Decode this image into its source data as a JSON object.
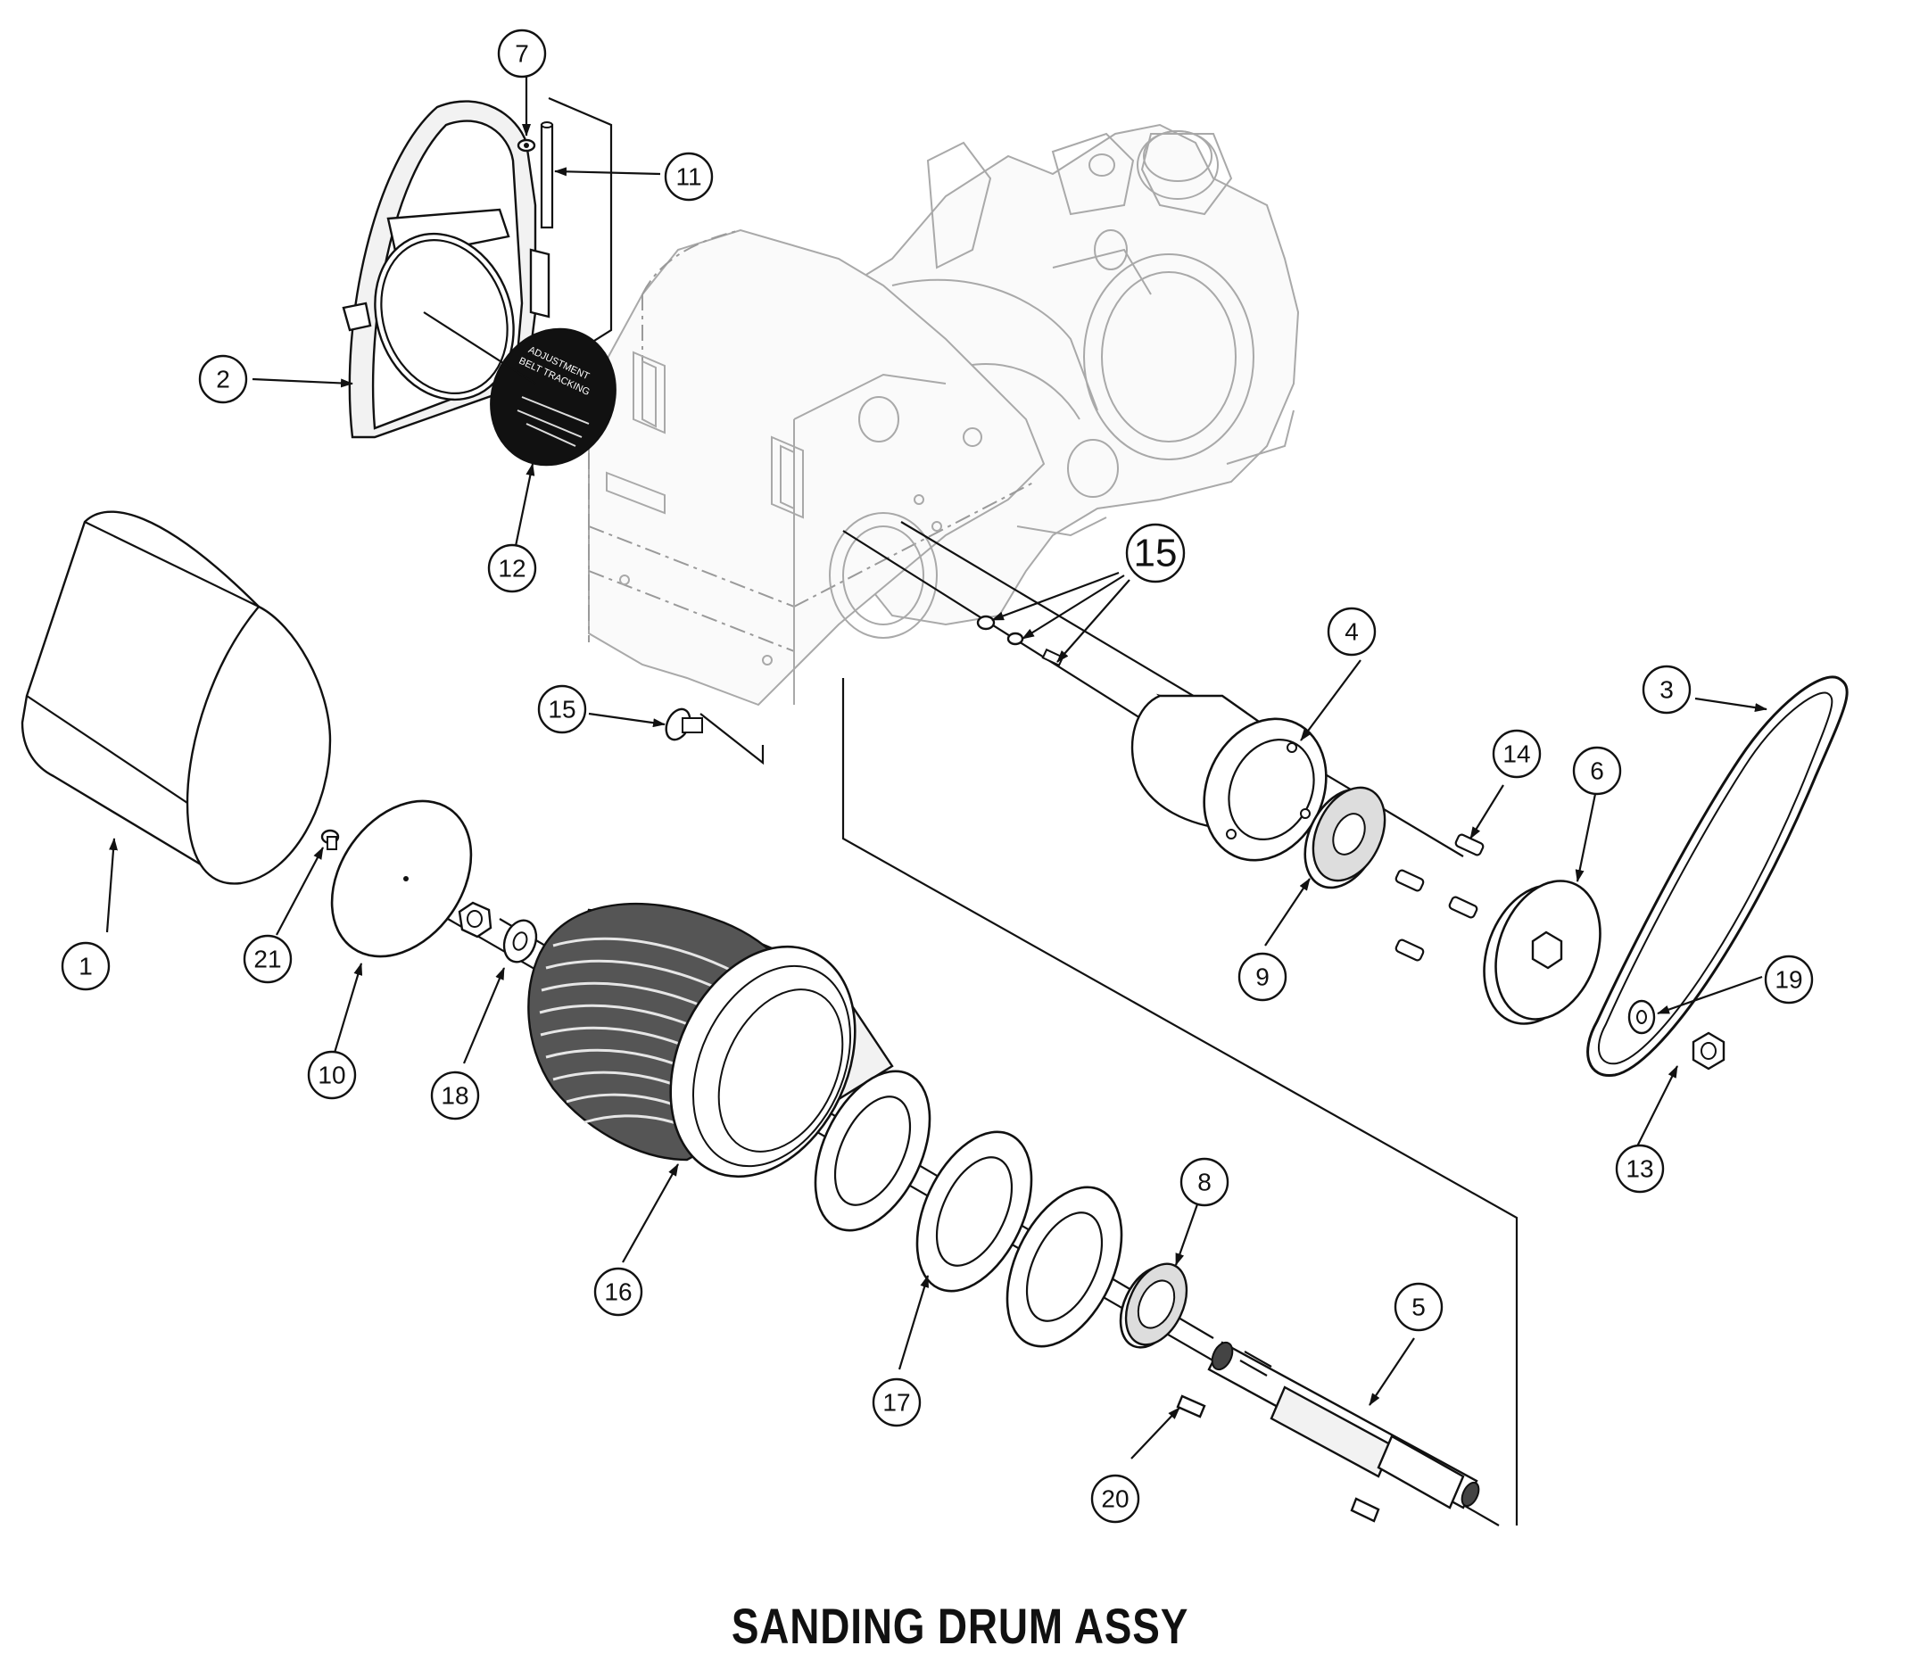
{
  "diagram": {
    "title": "SANDING DRUM ASSY",
    "decal_text": [
      "ADJUSTMENT",
      "BELT TRACKING"
    ],
    "callouts": [
      {
        "id": "c1",
        "label": "1"
      },
      {
        "id": "c2",
        "label": "2"
      },
      {
        "id": "c3",
        "label": "3"
      },
      {
        "id": "c4",
        "label": "4"
      },
      {
        "id": "c5",
        "label": "5"
      },
      {
        "id": "c6",
        "label": "6"
      },
      {
        "id": "c7",
        "label": "7"
      },
      {
        "id": "c8",
        "label": "8"
      },
      {
        "id": "c9",
        "label": "9"
      },
      {
        "id": "c10",
        "label": "10"
      },
      {
        "id": "c11",
        "label": "11"
      },
      {
        "id": "c12",
        "label": "12"
      },
      {
        "id": "c13",
        "label": "13"
      },
      {
        "id": "c14",
        "label": "14"
      },
      {
        "id": "c15a",
        "label": "15"
      },
      {
        "id": "c15b",
        "label": "15"
      },
      {
        "id": "c16",
        "label": "16"
      },
      {
        "id": "c17",
        "label": "17"
      },
      {
        "id": "c18",
        "label": "18"
      },
      {
        "id": "c19",
        "label": "19"
      },
      {
        "id": "c20",
        "label": "20"
      },
      {
        "id": "c21",
        "label": "21"
      }
    ]
  }
}
